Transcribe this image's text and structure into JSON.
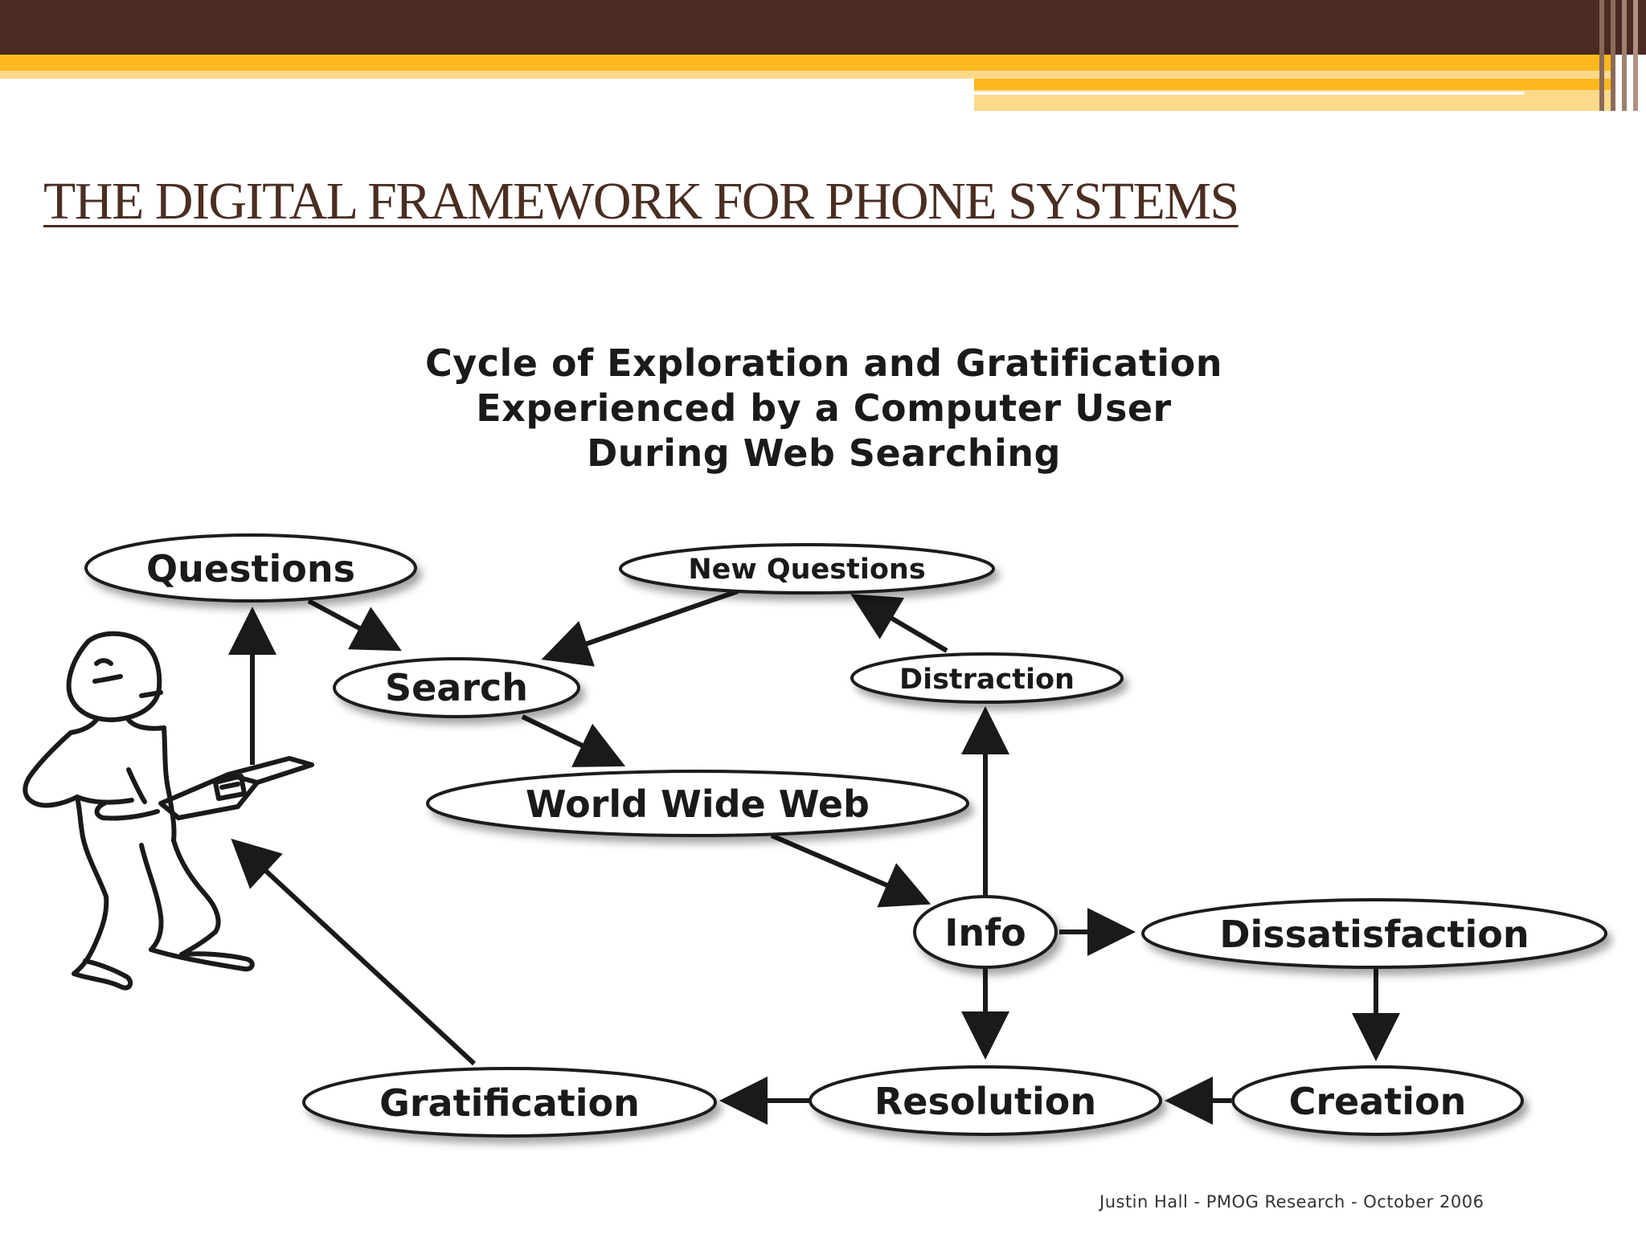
{
  "colors": {
    "top_bar": "#4b2a22",
    "accent_gold": "#fdb81e",
    "accent_light": "#fdd98a",
    "title_text": "#4a2e22",
    "node_stroke": "#1a1a1a"
  },
  "slide": {
    "title": "THE DIGITAL FRAMEWORK FOR PHONE SYSTEMS"
  },
  "diagram": {
    "title_lines": [
      "Cycle of Exploration and Gratification",
      "Experienced by a Computer User",
      "During Web Searching"
    ],
    "illustration": "person-with-laptop-icon",
    "nodes": {
      "questions": "Questions",
      "new_questions": "New Questions",
      "search": "Search",
      "distraction": "Distraction",
      "world_wide_web": "World Wide Web",
      "info": "Info",
      "dissatisfaction": "Dissatisfaction",
      "gratification": "Gratification",
      "resolution": "Resolution",
      "creation": "Creation"
    },
    "credit": "Justin Hall - PMOG Research - October 2006"
  }
}
